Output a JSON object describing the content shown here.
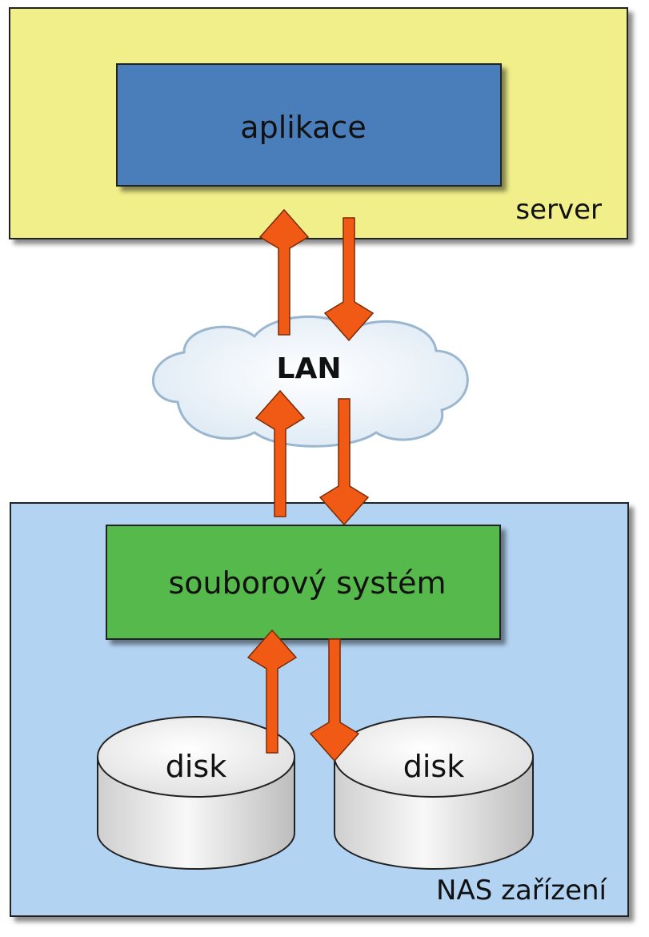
{
  "server": {
    "label": "server"
  },
  "application": {
    "label": "aplikace"
  },
  "network": {
    "label": "LAN"
  },
  "nas": {
    "label": "NAS zařízení"
  },
  "filesystem": {
    "label": "souborový systém"
  },
  "disks": [
    {
      "label": "disk"
    },
    {
      "label": "disk"
    }
  ],
  "colors": {
    "server_fill": "#f0ef8a",
    "application_fill": "#4a7ebb",
    "nas_fill": "#b3d3f2",
    "filesystem_fill": "#57b94c",
    "arrow": "#f05a14",
    "cloud_fill": "#eef4fb",
    "cloud_stroke": "#9ab7cf",
    "disk_fill": "#ededed"
  }
}
